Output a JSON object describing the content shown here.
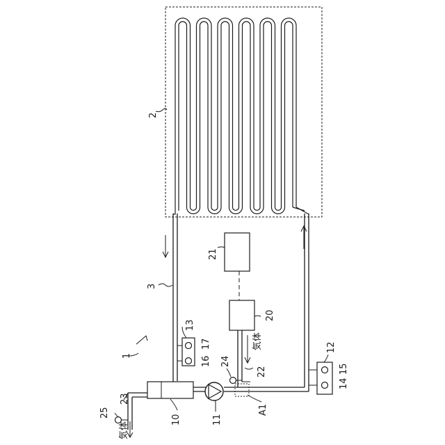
{
  "labels": {
    "system": "1",
    "heat_panel": "2",
    "pipe": "3",
    "tank": "10",
    "pump": "11",
    "valve_unit_right": "12",
    "valve_unit_left": "13",
    "valve_14": "14",
    "valve_15": "15",
    "valve_16": "16",
    "valve_17": "17",
    "unit_20": "20",
    "unit_21": "21",
    "line_22": "22",
    "line_23": "23",
    "valve_24": "24",
    "valve_25": "25",
    "point_a1": "A1",
    "gas_upper": "気体",
    "gas_lower": "気体"
  }
}
